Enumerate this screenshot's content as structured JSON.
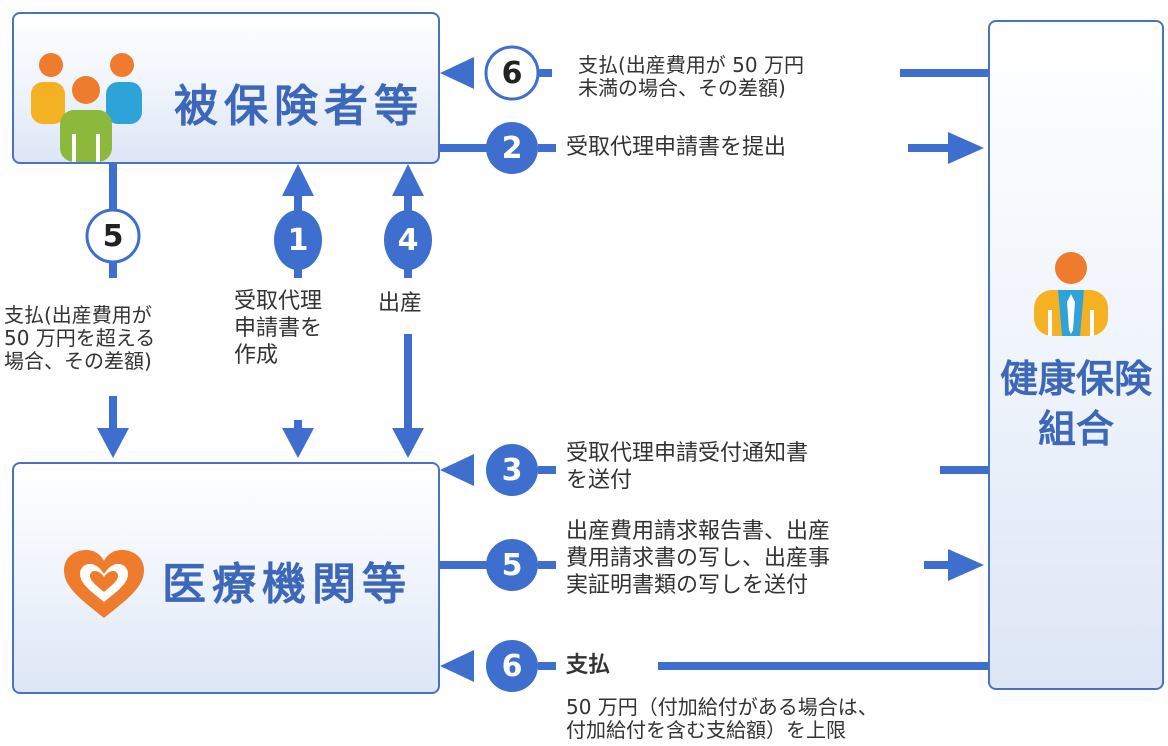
{
  "insured": {
    "label": "被保険者等"
  },
  "medical": {
    "label": "医療機関等"
  },
  "union": {
    "label": "健康保険\n組合"
  },
  "steps": {
    "s1": {
      "num": "1",
      "text": "受取代理\n申請書を\n作成"
    },
    "s2": {
      "num": "2",
      "text": "受取代理申請書を提出"
    },
    "s3": {
      "num": "3",
      "text": "受取代理申請受付通知書\nを送付"
    },
    "s4": {
      "num": "4",
      "text": "出産"
    },
    "s5a": {
      "num": "5",
      "text": "支払(出産費用が\n 50 万円を超える\n場合、その差額)"
    },
    "s5b": {
      "num": "5",
      "text": "出産費用請求報告書、出産\n費用請求書の写し、出産事\n実証明書類の写しを送付"
    },
    "s6a": {
      "num": "6",
      "text": "支払(出産費用が 50 万円\n未満の場合、その差額)"
    },
    "s6b": {
      "num": "6",
      "text": "支払",
      "note": "50 万円（付加給付がある場合は、\n付加給付を含む支給額）を上限"
    }
  },
  "colors": {
    "primary": "#3f6fce",
    "box_border": "#4a72c4",
    "orange": "#ef7b2c",
    "green": "#8cb83c",
    "cyan": "#2ea3d8"
  }
}
